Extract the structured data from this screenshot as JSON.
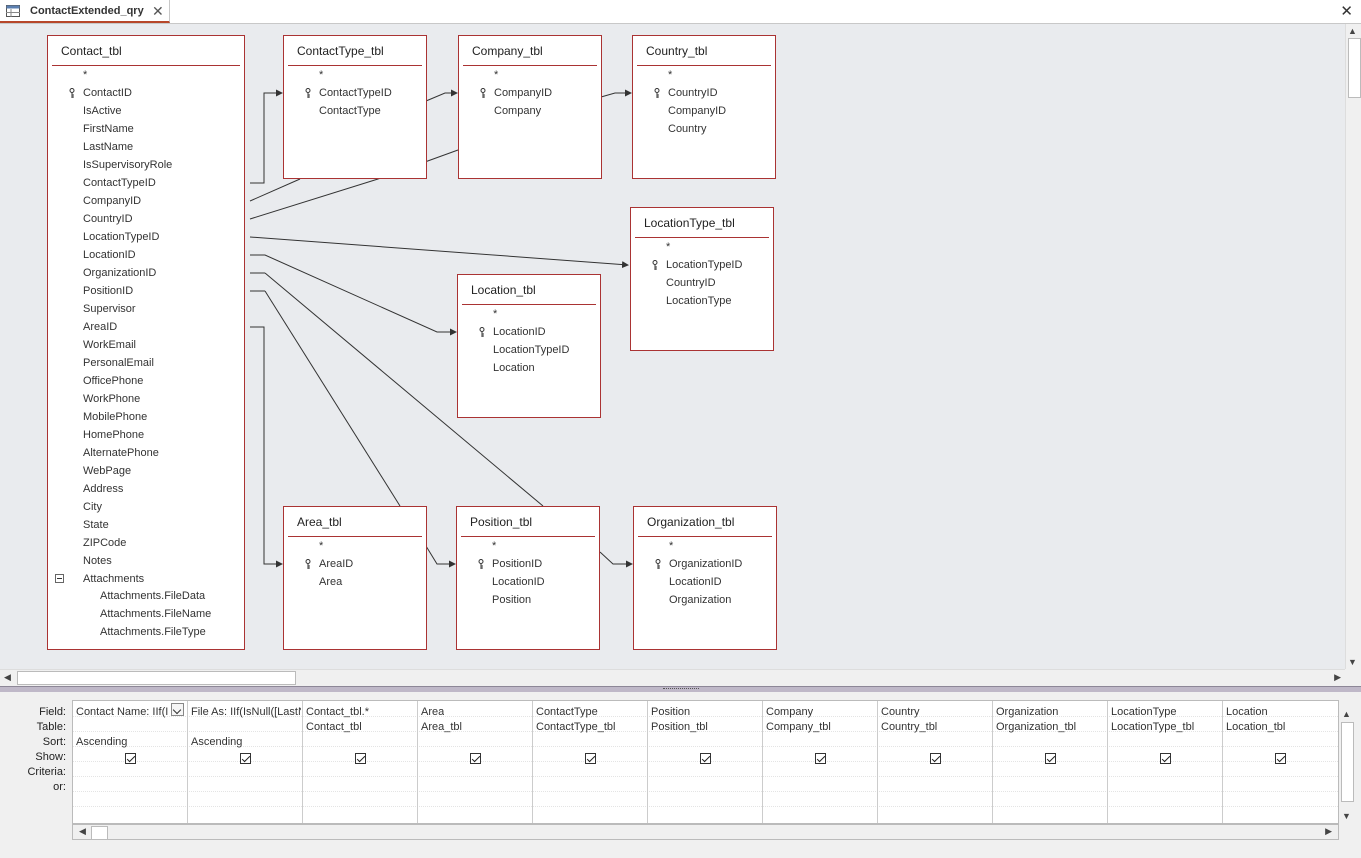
{
  "tab": {
    "title": "ContactExtended_qry",
    "close": "✕"
  },
  "window": {
    "close": "✕"
  },
  "tables": {
    "contact": {
      "name": "Contact_tbl",
      "fields": [
        "*",
        "ContactID",
        "IsActive",
        "FirstName",
        "LastName",
        "IsSupervisoryRole",
        "ContactTypeID",
        "CompanyID",
        "CountryID",
        "LocationTypeID",
        "LocationID",
        "OrganizationID",
        "PositionID",
        "Supervisor",
        "AreaID",
        "WorkEmail",
        "PersonalEmail",
        "OfficePhone",
        "WorkPhone",
        "MobilePhone",
        "HomePhone",
        "AlternatePhone",
        "WebPage",
        "Address",
        "City",
        "State",
        "ZIPCode",
        "Notes",
        "Attachments"
      ],
      "subfields": [
        "Attachments.FileData",
        "Attachments.FileName",
        "Attachments.FileType"
      ]
    },
    "contacttype": {
      "name": "ContactType_tbl",
      "fields": [
        "*",
        "ContactTypeID",
        "ContactType"
      ]
    },
    "company": {
      "name": "Company_tbl",
      "fields": [
        "*",
        "CompanyID",
        "Company"
      ]
    },
    "country": {
      "name": "Country_tbl",
      "fields": [
        "*",
        "CountryID",
        "CompanyID",
        "Country"
      ]
    },
    "locationtype": {
      "name": "LocationType_tbl",
      "fields": [
        "*",
        "LocationTypeID",
        "CountryID",
        "LocationType"
      ]
    },
    "location": {
      "name": "Location_tbl",
      "fields": [
        "*",
        "LocationID",
        "LocationTypeID",
        "Location"
      ]
    },
    "area": {
      "name": "Area_tbl",
      "fields": [
        "*",
        "AreaID",
        "Area"
      ]
    },
    "position": {
      "name": "Position_tbl",
      "fields": [
        "*",
        "PositionID",
        "LocationID",
        "Position"
      ]
    },
    "organization": {
      "name": "Organization_tbl",
      "fields": [
        "*",
        "OrganizationID",
        "LocationID",
        "Organization"
      ]
    }
  },
  "grid": {
    "row_labels": [
      "Field:",
      "Table:",
      "Sort:",
      "Show:",
      "Criteria:",
      "or:"
    ],
    "columns": [
      {
        "field": "Contact Name: IIf(I",
        "table": "",
        "sort": "Ascending",
        "show": true
      },
      {
        "field": "File As: IIf(IsNull([LastN",
        "table": "",
        "sort": "Ascending",
        "show": true
      },
      {
        "field": "Contact_tbl.*",
        "table": "Contact_tbl",
        "sort": "",
        "show": true
      },
      {
        "field": "Area",
        "table": "Area_tbl",
        "sort": "",
        "show": true
      },
      {
        "field": "ContactType",
        "table": "ContactType_tbl",
        "sort": "",
        "show": true
      },
      {
        "field": "Position",
        "table": "Position_tbl",
        "sort": "",
        "show": true
      },
      {
        "field": "Company",
        "table": "Company_tbl",
        "sort": "",
        "show": true
      },
      {
        "field": "Country",
        "table": "Country_tbl",
        "sort": "",
        "show": true
      },
      {
        "field": "Organization",
        "table": "Organization_tbl",
        "sort": "",
        "show": true
      },
      {
        "field": "LocationType",
        "table": "LocationType_tbl",
        "sort": "",
        "show": true
      },
      {
        "field": "Location",
        "table": "Location_tbl",
        "sort": "",
        "show": true
      }
    ]
  },
  "colors": {
    "table_border": "#aa3333",
    "splitter": "#bfb8c8",
    "canvas": "#e9ebee"
  },
  "icons": {
    "tab": "query-icon",
    "key": "primary-key-icon",
    "collapse": "collapse-icon"
  }
}
